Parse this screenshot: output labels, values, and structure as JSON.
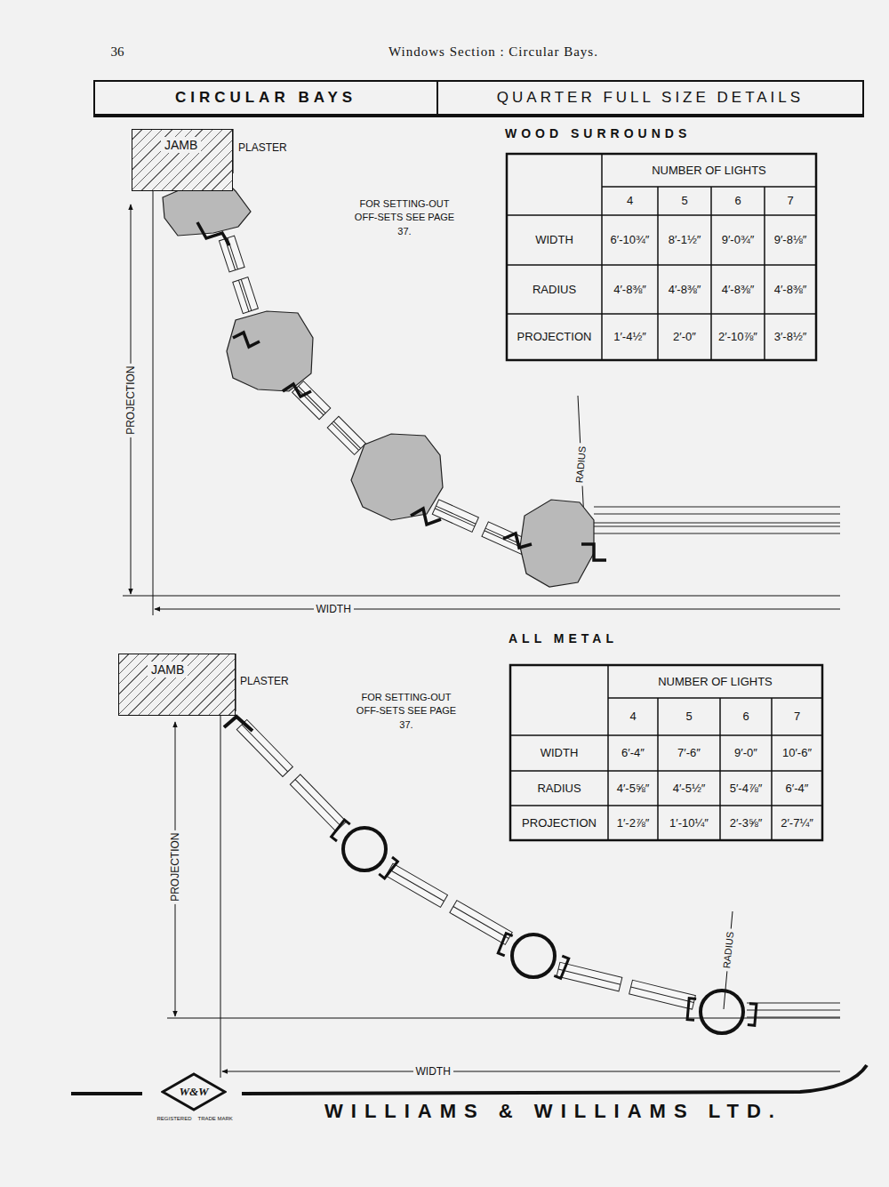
{
  "diagram": {
    "nodes": [
      {
        "text": [
          "CIRCULAR BAYS",
          "QUARTER FULL SIZE DETAILS"
        ]
      },
      {
        "text": [
          "JAMB"
        ]
      },
      {
        "text": [
          "JAMB"
        ]
      },
      {
        "text": [
          "W&W"
        ]
      }
    ],
    "labels": [
      "36",
      "Windows Section : Circular Bays.",
      "WOOD SURROUNDS",
      "PLASTER",
      "FOR SETTING-OUT OFF-SETS SEE PAGE 37.",
      "NUMBER OF LIGHTS",
      "4",
      "5",
      "6",
      "7",
      "WIDTH",
      "6′-10¾″",
      "8′-1½″",
      "9′-0¾″",
      "9′-8⅛″",
      "RADIUS",
      "4′-8⅜″",
      "4′-8⅜″",
      "4′-8⅜″",
      "4′-8⅜″",
      "PROJECTION",
      "1′-4½″",
      "2′-0″",
      "2′-10⅞″",
      "3′-8½″",
      "PROJECTION",
      "RADIUS",
      "WIDTH",
      "ALL METAL",
      "PLASTER",
      "FOR SETTING-OUT OFF-SETS SEE PAGE 37.",
      "NUMBER OF LIGHTS",
      "4",
      "5",
      "6",
      "7",
      "WIDTH",
      "6′-4″",
      "7′-6″",
      "9′-0″",
      "10′-6″",
      "RADIUS",
      "4′-5⅝″",
      "4′-5½″",
      "5′-4⅞″",
      "6′-4″",
      "PROJECTION",
      "1′-2⅞″",
      "1′-10¼″",
      "2′-3⅝″",
      "2′-7¼″",
      "PROJECTION",
      "RADIUS",
      "WIDTH",
      "REGISTERED",
      "TRADE MARK",
      "WILLIAMS & WILLIAMS LTD."
    ]
  }
}
